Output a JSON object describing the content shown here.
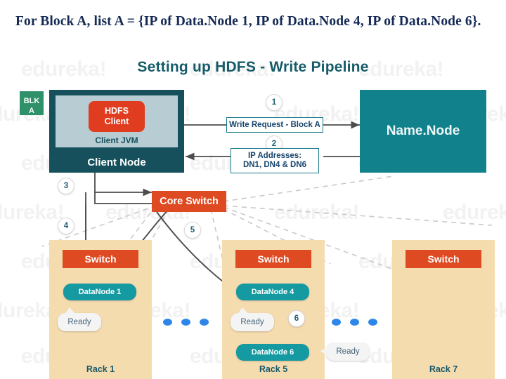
{
  "caption": "For Block A, list A = {IP of Data.Node 1, IP of Data.Node 4, IP of Data.Node 6}.",
  "slide": {
    "title": "Setting up HDFS - Write Pipeline",
    "watermark_text": "edureka!",
    "colors": {
      "title": "#155b68",
      "client_node": "#15505c",
      "client_jvm_panel": "#b7ccd3",
      "hdfs_client": "#e03c20",
      "namenode": "#11818c",
      "block_badge": "#2e9169",
      "switch": "#de4a22",
      "rack": "#f5dcaf",
      "datanode": "#149aa0",
      "dot": "#2e87e8",
      "message_border": "#14788a",
      "wire": "#4d4d4d",
      "dashed_wire": "#c9c9c9"
    },
    "block_badge": {
      "line1": "BLK",
      "line2": "A"
    },
    "client_node": {
      "hdfs_client": "HDFS\nClient",
      "hdfs_client_line1": "HDFS",
      "hdfs_client_line2": "Client",
      "jvm_label": "Client JVM",
      "node_label": "Client Node"
    },
    "namenode_label": "Name.Node",
    "messages": [
      {
        "step": "1",
        "text": "Write Request - Block A"
      },
      {
        "step": "2",
        "line1": "IP Addresses:",
        "line2": "DN1, DN4 & DN6"
      }
    ],
    "steps": {
      "s1": "1",
      "s2": "2",
      "s3": "3",
      "s4": "4",
      "s5": "5",
      "s6": "6"
    },
    "core_switch_label": "Core Switch",
    "racks": [
      {
        "name": "Rack 1",
        "switch_label": "Switch",
        "datanodes": [
          {
            "label": "DataNode 1",
            "status": "Ready"
          }
        ]
      },
      {
        "name": "Rack 5",
        "switch_label": "Switch",
        "datanodes": [
          {
            "label": "DataNode 4",
            "status": "Ready"
          },
          {
            "label": "DataNode 6",
            "status": "Ready"
          }
        ]
      },
      {
        "name": "Rack 7",
        "switch_label": "Switch",
        "datanodes": []
      }
    ]
  }
}
